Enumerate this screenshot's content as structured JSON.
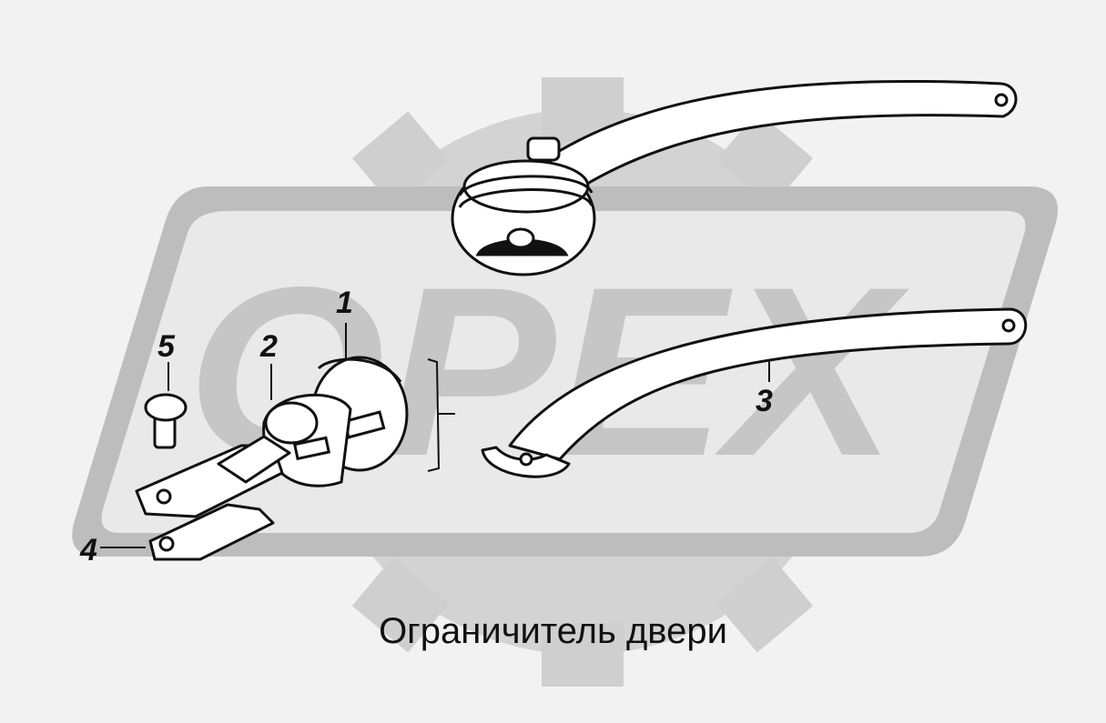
{
  "watermark": {
    "text": "OPEX",
    "color": "#c4c4c4"
  },
  "parts": [
    {
      "number": "1"
    },
    {
      "number": "2"
    },
    {
      "number": "3"
    },
    {
      "number": "4"
    },
    {
      "number": "5"
    }
  ],
  "caption": "Ограничитель двери",
  "colors": {
    "background": "#f2f2f2",
    "line": "#111111",
    "part_fill": "#ffffff",
    "watermark": "#c4c4c4"
  }
}
